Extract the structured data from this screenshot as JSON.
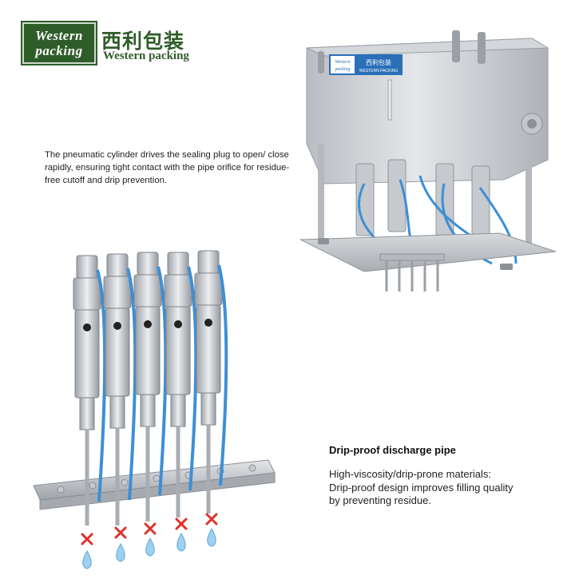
{
  "logo": {
    "line1": "Western",
    "line2": "packing",
    "brand_cn": "西利包装",
    "brand_en": "Western packing"
  },
  "machine": {
    "panel_line1": "Western",
    "panel_line2": "packing",
    "panel_cn": "西利包装",
    "panel_en": "WESTERN PACKING"
  },
  "intro_text": "The pneumatic cylinder drives the sealing plug to open/ close rapidly, ensuring tight contact with the pipe orifice for residue-free cutoff and drip prevention.",
  "feature": {
    "title": "Drip-proof discharge pipe",
    "line1": "High-viscosity/drip-prone materials:",
    "line2": "Drip-proof design improves filling quality",
    "line3": "by preventing residue."
  },
  "colors": {
    "brand_green": "#2f5d2a",
    "steel": "#c9ccd0",
    "hose_blue": "#3d8fd6",
    "cross_red": "#e0302a",
    "drop_blue": "#9fd0ee"
  }
}
